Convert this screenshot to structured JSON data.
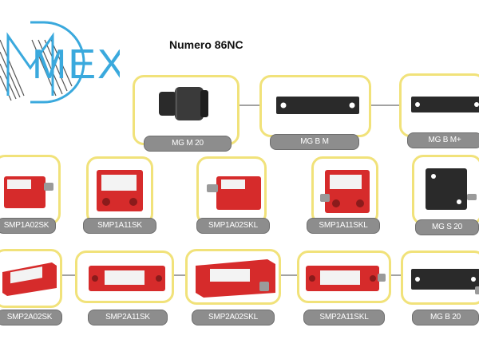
{
  "page": {
    "title": "Numero 86NC",
    "logo_text": "MEX",
    "logo_color": "#3aa9dd",
    "frame_color": "#f1e27a",
    "label_color": "#8d8d8d",
    "sensor_red": "#d62b2b",
    "sensor_black": "#2a2a2a"
  },
  "products": [
    {
      "label": "MG M 20",
      "type": "black-cylinder"
    },
    {
      "label": "MG B M",
      "type": "black-bar"
    },
    {
      "label": "MG B M+",
      "type": "black-bar"
    },
    {
      "label": "SMP1A02SK",
      "type": "red-block"
    },
    {
      "label": "SMP1A11SK",
      "type": "red-block"
    },
    {
      "label": "SMP1A02SKL",
      "type": "red-block"
    },
    {
      "label": "SMP1A11SKL",
      "type": "red-block"
    },
    {
      "label": "MG S 20",
      "type": "black-cube"
    },
    {
      "label": "SMP2A02SK",
      "type": "red-bar"
    },
    {
      "label": "SMP2A11SK",
      "type": "red-bar"
    },
    {
      "label": "SMP2A02SKL",
      "type": "red-bar"
    },
    {
      "label": "SMP2A11SKL",
      "type": "red-bar"
    },
    {
      "label": "MG B 20",
      "type": "black-bar"
    }
  ]
}
